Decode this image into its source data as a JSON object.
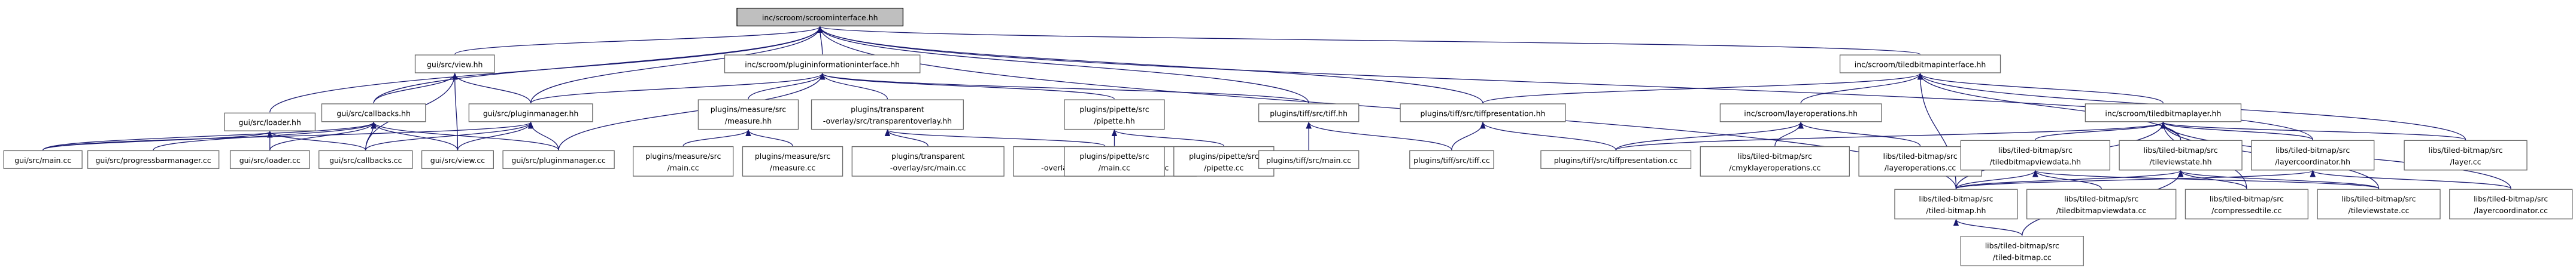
{
  "colors": {
    "edge": "#191970",
    "node_border": "#666666",
    "root_fill": "#bfbfbf",
    "node_fill": "#ffffff"
  },
  "nodes": {
    "scroominterface": [
      "inc/scroom/scroominterface.hh"
    ],
    "loader_hh": [
      "gui/src/loader.hh"
    ],
    "view_hh": [
      "gui/src/view.hh"
    ],
    "plugininformation_hh": [
      "inc/scroom/plugininformationinterface.hh"
    ],
    "tiledbitmapinterface_hh": [
      "inc/scroom/tiledbitmapinterface.hh"
    ],
    "callbacks_hh": [
      "gui/src/callbacks.hh"
    ],
    "pluginmanager_hh": [
      "gui/src/pluginmanager.hh"
    ],
    "measure_hh": [
      "plugins/measure/src",
      "/measure.hh"
    ],
    "transparentoverlay_hh": [
      "plugins/transparent",
      "-overlay/src/transparentoverlay.hh"
    ],
    "pipette_hh": [
      "plugins/pipette/src",
      "/pipette.hh"
    ],
    "tiff_hh": [
      "plugins/tiff/src/tiff.hh"
    ],
    "tiffpresentation_hh": [
      "plugins/tiff/src/tiffpresentation.hh"
    ],
    "layeroperations_hh": [
      "inc/scroom/layeroperations.hh"
    ],
    "tiledbitmaplayer_hh": [
      "inc/scroom/tiledbitmaplayer.hh"
    ],
    "main_cc": [
      "gui/src/main.cc"
    ],
    "progressbarmanager_cc": [
      "gui/src/progressbarmanager.cc"
    ],
    "loader_cc": [
      "gui/src/loader.cc"
    ],
    "callbacks_cc": [
      "gui/src/callbacks.cc"
    ],
    "view_cc": [
      "gui/src/view.cc"
    ],
    "pluginmanager_cc": [
      "gui/src/pluginmanager.cc"
    ],
    "measure_main_cc": [
      "plugins/measure/src",
      "/main.cc"
    ],
    "measure_cc": [
      "plugins/measure/src",
      "/measure.cc"
    ],
    "transparentoverlay_main_cc": [
      "plugins/transparent",
      "-overlay/src/main.cc"
    ],
    "transparentoverlay_cc": [
      "plugins/transparent",
      "-overlay/src/transparentoverlay.cc"
    ],
    "pipette_main_cc": [
      "plugins/pipette/src",
      "/main.cc"
    ],
    "pipette_cc": [
      "plugins/pipette/src",
      "/pipette.cc"
    ],
    "tiff_main_cc": [
      "plugins/tiff/src/main.cc"
    ],
    "tiff_cc": [
      "plugins/tiff/src/tiff.cc"
    ],
    "tiffpresentation_cc": [
      "plugins/tiff/src/tiffpresentation.cc"
    ],
    "cmyklayeroperations_cc": [
      "libs/tiled-bitmap/src",
      "/cmyklayeroperations.cc"
    ],
    "layeroperations_cc": [
      "libs/tiled-bitmap/src",
      "/layeroperations.cc"
    ],
    "tiledbitmapviewdata_hh": [
      "libs/tiled-bitmap/src",
      "/tiledbitmapviewdata.hh"
    ],
    "tileviewstate_hh": [
      "libs/tiled-bitmap/src",
      "/tileviewstate.hh"
    ],
    "layercoordinator_hh": [
      "libs/tiled-bitmap/src",
      "/layercoordinator.hh"
    ],
    "layer_cc": [
      "libs/tiled-bitmap/src",
      "/layer.cc"
    ],
    "tiled_bitmap_hh": [
      "libs/tiled-bitmap/src",
      "/tiled-bitmap.hh"
    ],
    "tiledbitmapviewdata_cc": [
      "libs/tiled-bitmap/src",
      "/tiledbitmapviewdata.cc"
    ],
    "compressedtile_cc": [
      "libs/tiled-bitmap/src",
      "/compressedtile.cc"
    ],
    "tileviewstate_cc": [
      "libs/tiled-bitmap/src",
      "/tileviewstate.cc"
    ],
    "layercoordinator_cc": [
      "libs/tiled-bitmap/src",
      "/layercoordinator.cc"
    ],
    "tiled_bitmap_cc": [
      "libs/tiled-bitmap/src",
      "/tiled-bitmap.cc"
    ]
  }
}
